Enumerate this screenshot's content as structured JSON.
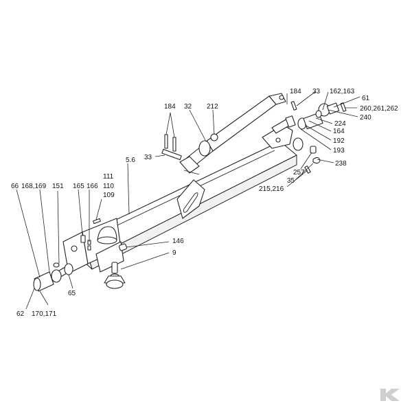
{
  "diagram": {
    "callouts": [
      {
        "id": "c184a",
        "text": "184"
      },
      {
        "id": "c33a",
        "text": "33"
      },
      {
        "id": "c162",
        "text": "162,163"
      },
      {
        "id": "c61",
        "text": "61"
      },
      {
        "id": "c260",
        "text": "260,261,262"
      },
      {
        "id": "c240",
        "text": "240"
      },
      {
        "id": "c224",
        "text": "224"
      },
      {
        "id": "c164",
        "text": "164"
      },
      {
        "id": "c192",
        "text": "192"
      },
      {
        "id": "c193",
        "text": "193"
      },
      {
        "id": "c238",
        "text": "238"
      },
      {
        "id": "c257",
        "text": "257"
      },
      {
        "id": "c35",
        "text": "35"
      },
      {
        "id": "c215",
        "text": "215,216"
      },
      {
        "id": "c184b",
        "text": "184"
      },
      {
        "id": "c32",
        "text": "32"
      },
      {
        "id": "c212",
        "text": "212"
      },
      {
        "id": "c33b",
        "text": "33"
      },
      {
        "id": "c56",
        "text": "5.6"
      },
      {
        "id": "c111",
        "text": "111"
      },
      {
        "id": "c110",
        "text": "110"
      },
      {
        "id": "c109",
        "text": "109"
      },
      {
        "id": "c66",
        "text": "66"
      },
      {
        "id": "c168",
        "text": "168,169"
      },
      {
        "id": "c151",
        "text": "151"
      },
      {
        "id": "c165",
        "text": "165"
      },
      {
        "id": "c166",
        "text": "166"
      },
      {
        "id": "c146",
        "text": "146"
      },
      {
        "id": "c9",
        "text": "9"
      },
      {
        "id": "c65",
        "text": "65"
      },
      {
        "id": "c62",
        "text": "62"
      },
      {
        "id": "c170",
        "text": "170,171"
      }
    ]
  },
  "logo": {
    "name": "kramp-k-logo",
    "color": "#cfcfcf"
  }
}
